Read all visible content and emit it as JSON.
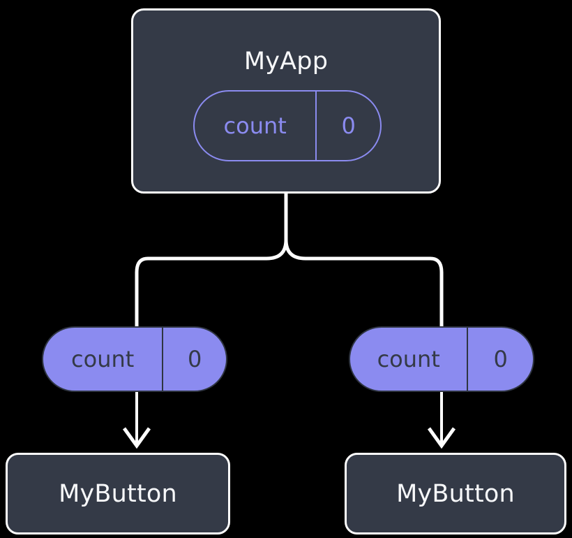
{
  "diagram": {
    "title": "MyApp component tree with shared count state",
    "type": "component-tree",
    "background_color": "#000000",
    "palette": {
      "node_fill": "#343a47",
      "node_border": "#ffffff",
      "accent": "#8b8bf0",
      "edge": "#ffffff",
      "dark_text": "#343a47",
      "light_text": "#f7f8fa"
    }
  },
  "root": {
    "name": "root-component",
    "title": "MyApp",
    "state": {
      "key": "count",
      "value": "0"
    }
  },
  "children": [
    {
      "name": "left-branch",
      "state": {
        "key": "count",
        "value": "0"
      },
      "component": {
        "title": "MyButton"
      }
    },
    {
      "name": "right-branch",
      "state": {
        "key": "count",
        "value": "0"
      },
      "component": {
        "title": "MyButton"
      }
    }
  ],
  "edges": {
    "trunk": "vertical-line-from-root",
    "split": "two-branch-fork",
    "arrows": "down-arrow-into-component"
  }
}
